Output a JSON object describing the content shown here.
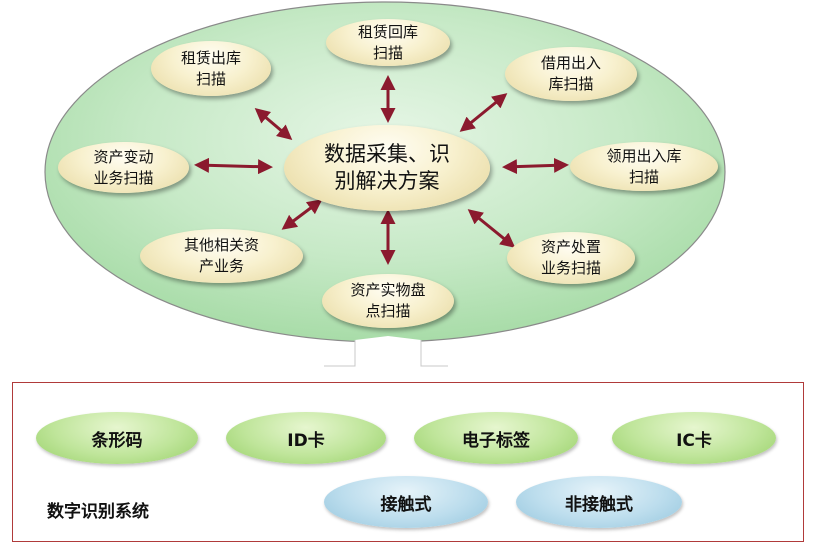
{
  "diagram": {
    "center": "数据采集、识\n别解决方案",
    "satellites": [
      {
        "id": "rental-out",
        "label": "租赁出库\n扫描"
      },
      {
        "id": "rental-return",
        "label": "租赁回库\n扫描"
      },
      {
        "id": "borrow-inout",
        "label": "借用出入\n库扫描"
      },
      {
        "id": "asset-change",
        "label": "资产变动\n业务扫描"
      },
      {
        "id": "requisition",
        "label": "领用出入库\n扫描"
      },
      {
        "id": "other-asset",
        "label": "其他相关资\n产业务"
      },
      {
        "id": "asset-disposal",
        "label": "资产处置\n业务扫描"
      },
      {
        "id": "inventory",
        "label": "资产实物盘\n点扫描"
      }
    ]
  },
  "system": {
    "title": "数字识别系统",
    "methods": [
      "条形码",
      "ID卡",
      "电子标签",
      "IC卡"
    ],
    "contact_types": [
      "接触式",
      "非接触式"
    ]
  },
  "colors": {
    "ellipse_fill": "#c3e8c3",
    "arrow": "#8b1a2e",
    "box_border": "#b03a3a",
    "node_fill": "#f8f1cf",
    "method_fill": "#bfe59a",
    "contact_fill": "#bcdded"
  }
}
